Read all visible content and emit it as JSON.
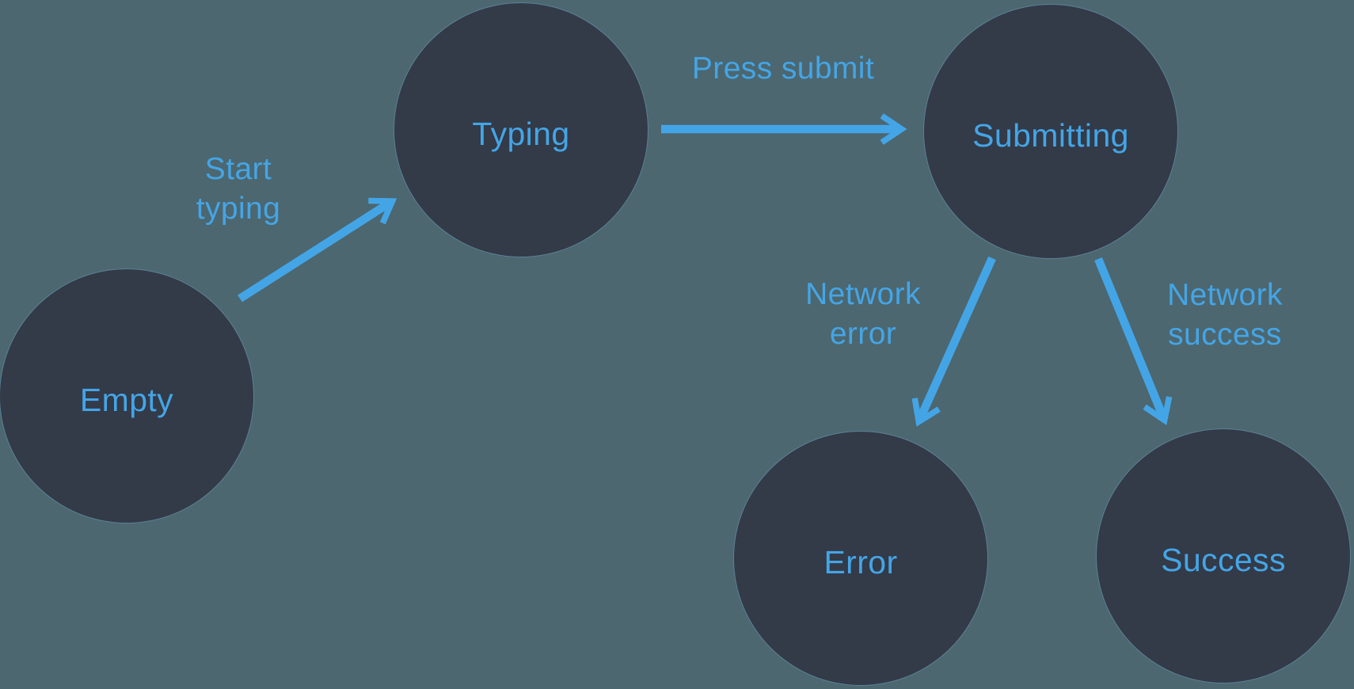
{
  "diagram": {
    "type": "state-machine",
    "nodes": [
      {
        "id": "empty",
        "label": "Empty"
      },
      {
        "id": "typing",
        "label": "Typing"
      },
      {
        "id": "submitting",
        "label": "Submitting"
      },
      {
        "id": "error",
        "label": "Error"
      },
      {
        "id": "success",
        "label": "Success"
      }
    ],
    "edges": [
      {
        "from": "empty",
        "to": "typing",
        "label": "Start typing",
        "label_lines": [
          "Start",
          "typing"
        ]
      },
      {
        "from": "typing",
        "to": "submitting",
        "label": "Press submit",
        "label_lines": [
          "Press submit"
        ]
      },
      {
        "from": "submitting",
        "to": "error",
        "label": "Network error",
        "label_lines": [
          "Network",
          "error"
        ]
      },
      {
        "from": "submitting",
        "to": "success",
        "label": "Network success",
        "label_lines": [
          "Network",
          "success"
        ]
      }
    ],
    "colors": {
      "background": "#4C6770",
      "node_fill": "#333A48",
      "accent_blue": "#44A5E6"
    }
  }
}
